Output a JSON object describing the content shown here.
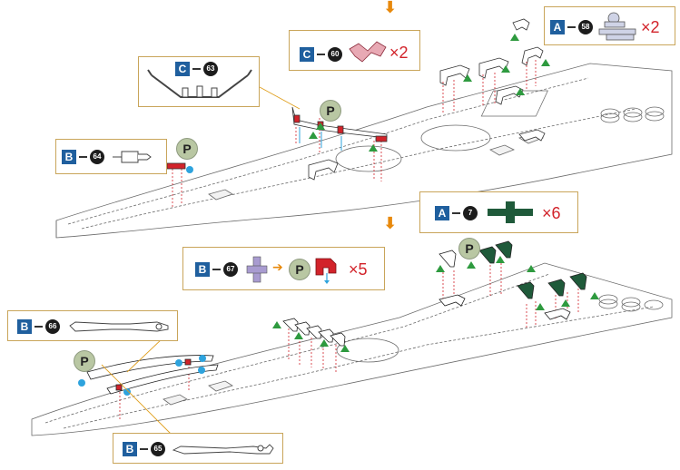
{
  "colors": {
    "callout_border": "#c9a55a",
    "tag_blue": "#1f5f9e",
    "badge_gray": "#b9c7a3",
    "highlight_red": "#d2232a",
    "glue_green": "#2e9a3f",
    "glue_cyan": "#2ea3dd",
    "leader_line": "#e0a020",
    "step_arrow": "#e8890c",
    "part_green": "#1f5a3a"
  },
  "step1": {
    "arrow_icon": "down-arrow-icon",
    "callout_a58": {
      "sprue": "A",
      "number": "58",
      "quantity": "×2"
    },
    "callout_c60": {
      "sprue": "C",
      "number": "60",
      "quantity": "×2"
    },
    "callout_c63": {
      "sprue": "C",
      "number": "63"
    },
    "callout_b64": {
      "sprue": "B",
      "number": "64"
    },
    "badge_p_deck": "P",
    "badge_p_bow": "P"
  },
  "step2": {
    "arrow_icon": "down-arrow-icon",
    "callout_a7": {
      "sprue": "A",
      "number": "7",
      "quantity": "×6"
    },
    "callout_b67": {
      "sprue": "B",
      "number": "67",
      "quantity": "×5",
      "badge": "P"
    },
    "callout_b66": {
      "sprue": "B",
      "number": "66"
    },
    "callout_b65": {
      "sprue": "B",
      "number": "65"
    },
    "badge_p_turret": "P",
    "badge_p_bow": "P"
  }
}
